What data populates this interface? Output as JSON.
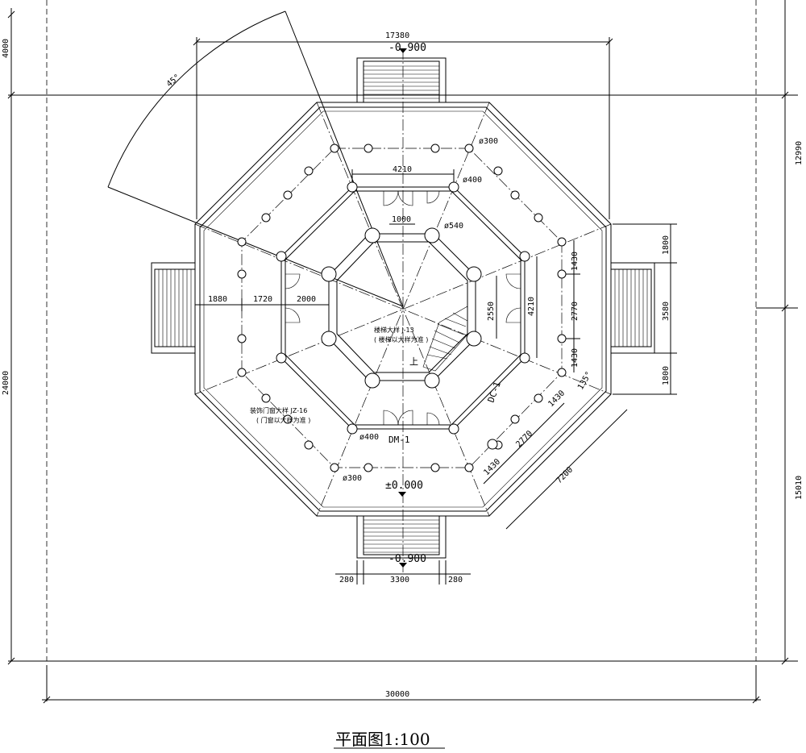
{
  "drawing": {
    "title": "平面图1:100",
    "levels": {
      "top_entrance": "-0.900",
      "bottom_entrance": "-0.900",
      "floor": "±0.000"
    },
    "angles": {
      "sector": "45°",
      "corner": "135°"
    },
    "dimensions": {
      "top_width": "17380",
      "bottom_total": "30000",
      "left_top": "4000",
      "left_total": "24000",
      "right_top": "12990",
      "right_bottom": "15010",
      "stair_bottom_left": "280",
      "stair_bottom_mid": "3300",
      "stair_bottom_right": "280",
      "right_side_a": "1800",
      "right_side_b": "3580",
      "right_side_c": "1800",
      "inner_v_a": "1430",
      "inner_v_b": "2770",
      "inner_v_c": "1430",
      "inner_room": "4210",
      "inner_room_v": "4210",
      "stair_run": "2550",
      "core_width": "1000",
      "left_h_a": "1880",
      "left_h_b": "1720",
      "left_h_c": "2000",
      "diag_a": "1430",
      "diag_b": "2770",
      "diag_c": "1430",
      "diag_total": "7200"
    },
    "columns": {
      "outer": "ø300",
      "middle": "ø400",
      "inner": "ø540",
      "lower_middle": "ø400",
      "lower_outer": "ø300"
    },
    "labels": {
      "door_main": "DM-1",
      "door_side": "DC-1",
      "stair_up": "上",
      "stair_note": "楼梯大样 J-13",
      "stair_note_sub": "( 楼梯以大样为准 )",
      "door_note": "装饰门窗大样 JZ-16",
      "door_note_sub": "( 门窗以大样为准 )"
    }
  }
}
